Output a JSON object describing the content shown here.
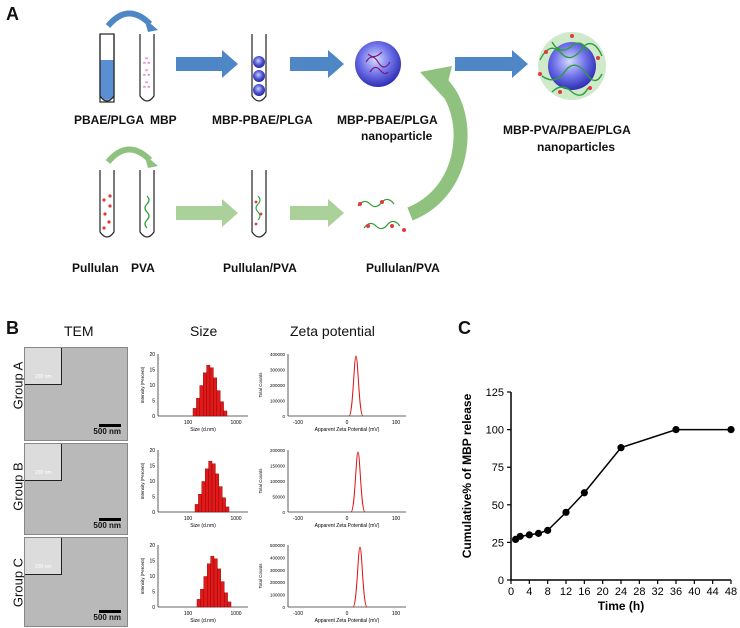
{
  "panelA": {
    "letter": "A",
    "labels": {
      "pbae_plga": "PBAE/PLGA",
      "mbp": "MBP",
      "mbp_pbae_plga": "MBP-PBAE/PLGA",
      "nanoparticle_l1": "MBP-PBAE/PLGA",
      "nanoparticle_l2": "nanoparticle",
      "final_l1": "MBP-PVA/PBAE/PLGA",
      "final_l2": "nanoparticles",
      "pullulan": "Pullulan",
      "pva": "PVA",
      "pullulan_pva_1": "Pullulan/PVA",
      "pullulan_pva_2": "Pullulan/PVA"
    },
    "colors": {
      "blue_arrow": "#4f86c6",
      "green_arrow": "#8fc17f",
      "liquid": "#5b8fd3"
    }
  },
  "panelB": {
    "letter": "B",
    "headers": {
      "tem": "TEM",
      "size": "Size",
      "zeta": "Zeta potential"
    },
    "groups": [
      {
        "label": "Group A",
        "scale": "500 nm",
        "inset_scale": "200 nm",
        "zeta_ticks": [
          "400000",
          "300000",
          "200000",
          "100000",
          "0"
        ]
      },
      {
        "label": "Group B",
        "scale": "500 nm",
        "inset_scale": "200 nm",
        "zeta_ticks": [
          "200000",
          "150000",
          "100000",
          "50000",
          "0"
        ]
      },
      {
        "label": "Group C",
        "scale": "500 nm",
        "inset_scale": "200 nm",
        "zeta_ticks": [
          "500000",
          "400000",
          "300000",
          "200000",
          "100000",
          "0"
        ]
      }
    ],
    "size_axis": {
      "ylabel": "Intensity (Percent)",
      "xlabel": "Size (d.nm)",
      "yticks": [
        "20",
        "15",
        "10",
        "5",
        "0"
      ],
      "xticks": [
        "100",
        "1000"
      ]
    },
    "zeta_axis": {
      "ylabel": "Total Counts",
      "xlabel": "Apparent Zeta Potential (mV)",
      "xticks": [
        "-100",
        "0",
        "100"
      ]
    }
  },
  "chart_data": {
    "type": "line",
    "panel_letter": "C",
    "x": [
      1,
      2,
      4,
      6,
      8,
      12,
      16,
      24,
      36,
      48
    ],
    "series": [
      {
        "values": [
          27,
          29,
          30,
          31,
          33,
          45,
          58,
          88,
          100,
          100
        ]
      }
    ],
    "xlabel": "Time (h)",
    "ylabel": "Cumulative% of MBP release",
    "xlim": [
      0,
      48
    ],
    "ylim": [
      0,
      125
    ],
    "xticks": [
      "0",
      "4",
      "8",
      "12",
      "16",
      "20",
      "24",
      "28",
      "32",
      "36",
      "40",
      "44",
      "48"
    ],
    "yticks": [
      "0",
      "25",
      "50",
      "75",
      "100",
      "125"
    ],
    "grid": false,
    "marker_color": "#000000"
  }
}
